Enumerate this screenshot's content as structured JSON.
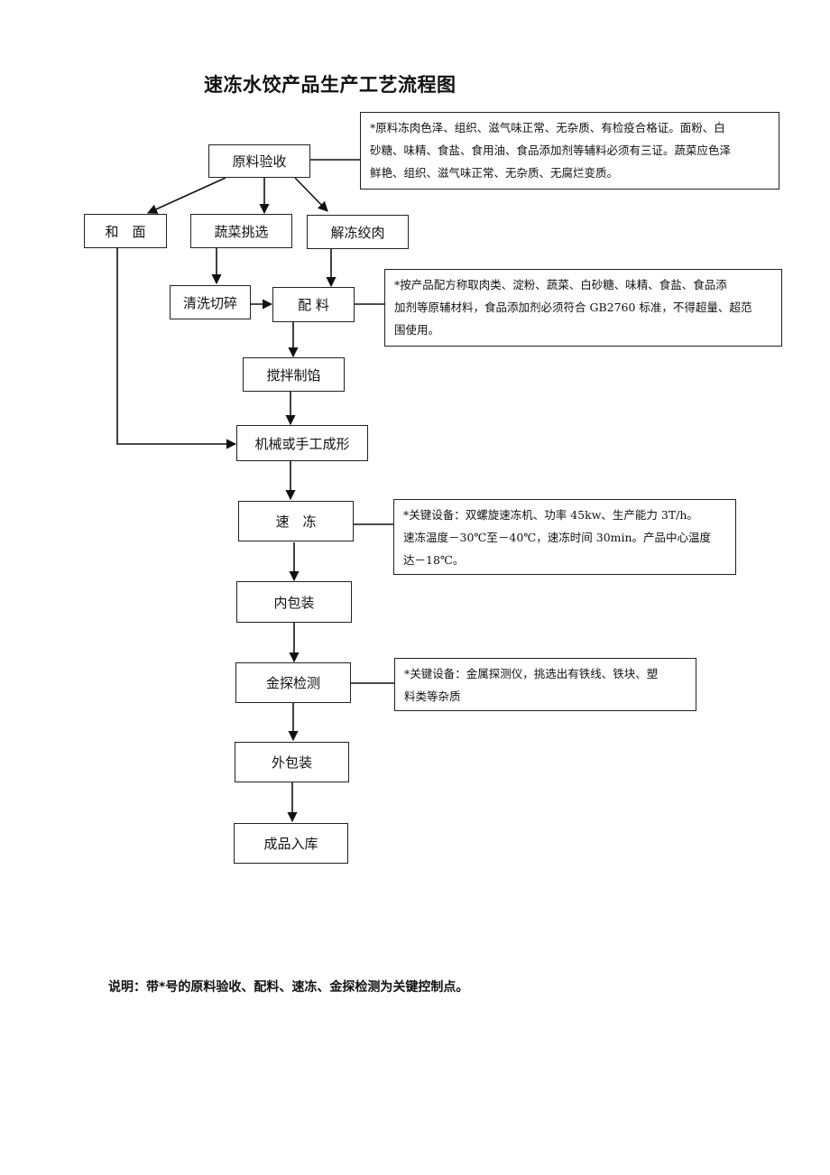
{
  "title": "速冻水饺产品生产工艺流程图",
  "steps": {
    "raw_material_inspection": "原料验收",
    "dough_mixing": "和　面",
    "vegetable_selection": "蔬菜挑选",
    "thaw_mince_meat": "解冻绞肉",
    "wash_chop": "清洗切碎",
    "batching": "配 料",
    "mix_filling": "搅拌制馅",
    "forming": "机械或手工成形",
    "quick_freeze": "速　冻",
    "inner_packaging": "内包装",
    "metal_detection": "金探检测",
    "outer_packaging": "外包装",
    "warehousing": "成品入库"
  },
  "notes": {
    "raw_material": [
      "*原料冻肉色泽、组织、滋气味正常、无杂质、有检疫合格证。面粉、白",
      "砂糖、味精、食盐、食用油、食品添加剂等辅料必须有三证。蔬菜应色泽",
      "鲜艳、组织、滋气味正常、无杂质、无腐烂变质。"
    ],
    "batching": [
      "*按产品配方称取肉类、淀粉、蔬菜、白砂糖、味精、食盐、食品添",
      "加剂等原辅材料，食品添加剂必须符合 GB2760 标准，不得超量、超范",
      "围使用。"
    ],
    "quick_freeze": [
      "*关键设备：双螺旋速冻机、功率 45kw、生产能力 3T/h。",
      "速冻温度－30℃至－40℃，速冻时间 30min。产品中心温度",
      "达－18℃。"
    ],
    "metal_detection": [
      "*关键设备：金属探测仪，挑选出有铁线、铁块、塑",
      "料类等杂质"
    ]
  },
  "footer": "说明：带*号的原料验收、配料、速冻、金探检测为关键控制点。"
}
